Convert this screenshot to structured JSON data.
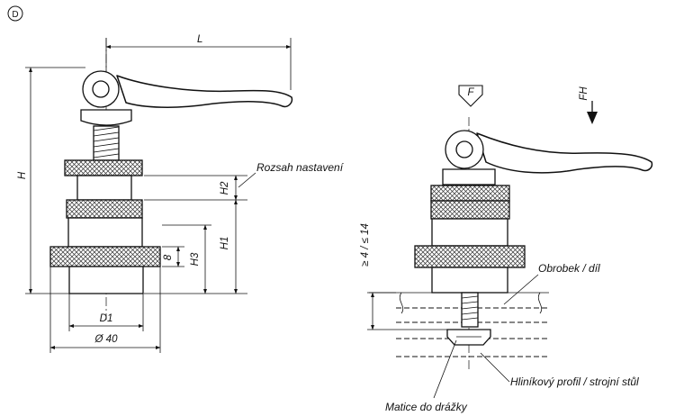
{
  "view_marker": "D",
  "left_view": {
    "dimensions": {
      "length": "L",
      "height": "H",
      "h1": "H1",
      "h2": "H2",
      "h3": "H3",
      "thread_length": "8",
      "d1": "D1",
      "diameter": "Ø 40"
    },
    "annotation_adjust_range": "Rozsah nastavení"
  },
  "right_view": {
    "force_label": "F",
    "force_hand_label": "FH",
    "thickness_range": "≥ 4 / ≤ 14",
    "annotation_workpiece": "Obrobek / díl",
    "annotation_profile": "Hliníkový profil / strojní stůl",
    "annotation_nut": "Matice do drážky"
  }
}
